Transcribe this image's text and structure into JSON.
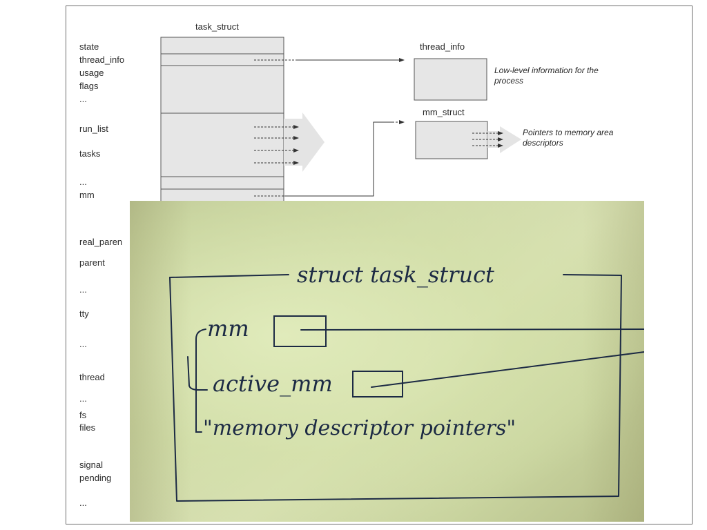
{
  "diagram": {
    "task_struct_title": "task_struct",
    "fields": [
      "state",
      "thread_info",
      "usage",
      "flags",
      "...",
      "run_list",
      "tasks",
      "...",
      "mm",
      "real_paren",
      "parent",
      "...",
      "tty",
      "...",
      "thread",
      "...",
      "fs",
      "files",
      "signal",
      "pending",
      "..."
    ],
    "thread_info_title": "thread_info",
    "thread_info_note": "Low-level information for the process",
    "mm_struct_title": "mm_struct",
    "mm_struct_note": "Pointers to memory area descriptors"
  },
  "handwritten": {
    "title": "struct task_struct",
    "mm_label": "mm",
    "active_mm_label": "active_mm",
    "note": "\"memory descriptor pointers\""
  },
  "colors": {
    "box_fill": "#e6e6e6",
    "box_stroke": "#555555",
    "ink": "#1c2a44",
    "paper": "#d2dcaa"
  }
}
